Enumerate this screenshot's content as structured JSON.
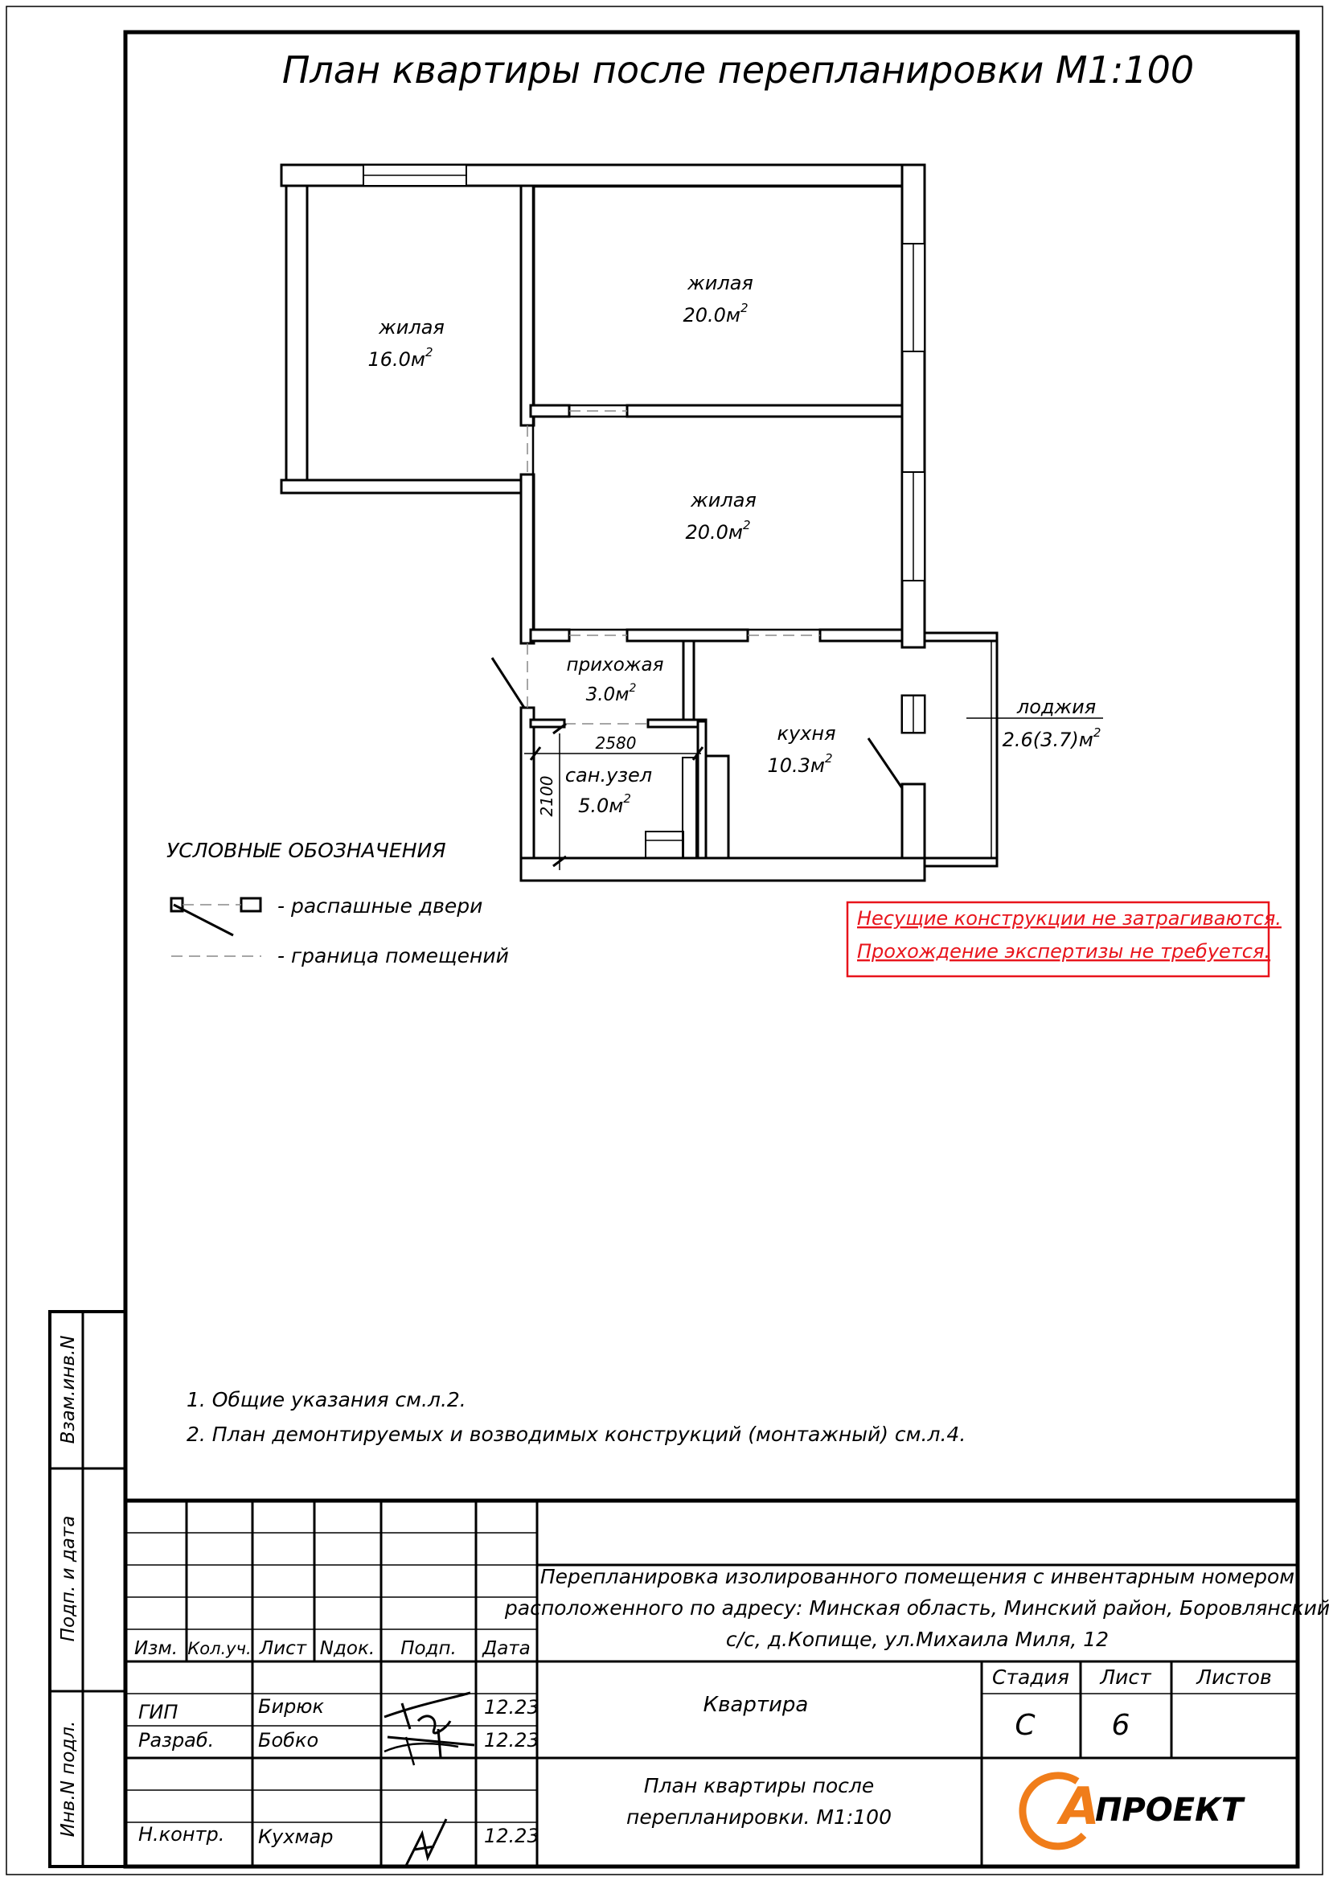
{
  "title": "План квартиры после  перепланировки  М1:100",
  "rooms": [
    {
      "name": "жилая",
      "area": "16.0м",
      "sup": "2"
    },
    {
      "name": "жилая",
      "area": "20.0м",
      "sup": "2"
    },
    {
      "name": "жилая",
      "area": "20.0м",
      "sup": "2"
    },
    {
      "name": "прихожая",
      "area": "3.0м",
      "sup": "2"
    },
    {
      "name": "кухня",
      "area": "10.3м",
      "sup": "2"
    },
    {
      "name": "сан.узел",
      "area": "5.0м",
      "sup": "2"
    },
    {
      "name": "лоджия",
      "area": "2.6(3.7)м",
      "sup": "2"
    }
  ],
  "dimensions": {
    "width": "2580",
    "height": "2100"
  },
  "legend": {
    "title": "УСЛОВНЫЕ ОБОЗНАЧЕНИЯ",
    "items": [
      "- распашные двери",
      "- граница помещений"
    ]
  },
  "warning": {
    "line1": "Несущие конструкции не затрагиваются.",
    "line2": "Прохождение экспертизы не требуется.",
    "color": "#e8141c"
  },
  "notes": [
    "1.  Общие указания см.л.2.",
    "2.  План демонтируемых и возводимых конструкций (монтажный) см.л.4."
  ],
  "side_stamp": [
    "Взам.инв.N",
    "Подп. и дата",
    "Инв.N подл."
  ],
  "title_block": {
    "headers": [
      "Изм.",
      "Кол.уч.",
      "Лист",
      "Nдок.",
      "Подп.",
      "Дата"
    ],
    "people": [
      {
        "role": "ГИП",
        "name": "Бирюк",
        "date": "12.23"
      },
      {
        "role": "Разраб.",
        "name": "Бобко",
        "date": "12.23"
      },
      {
        "role": "Н.контр.",
        "name": "Кухмар",
        "date": "12.23"
      }
    ],
    "project_line1": "Перепланировка изолированного помещения с инвентарным номером",
    "project_line2": "расположенного по адресу: Минская область, Минский район, Боровлянский",
    "project_line3": "с/с, д.Копище, ул.Михаила Миля, 12",
    "object": "Квартира",
    "stage_label": "Стадия",
    "sheet_label": "Лист",
    "sheets_label": "Листов",
    "stage": "С",
    "sheet": "6",
    "drawing_line1": "План квартиры после",
    "drawing_line2": "перепланировки. М1:100",
    "logo_text": "ПРОЕКТ",
    "logo_letter": "А",
    "logo_color": "#f07d1a"
  }
}
